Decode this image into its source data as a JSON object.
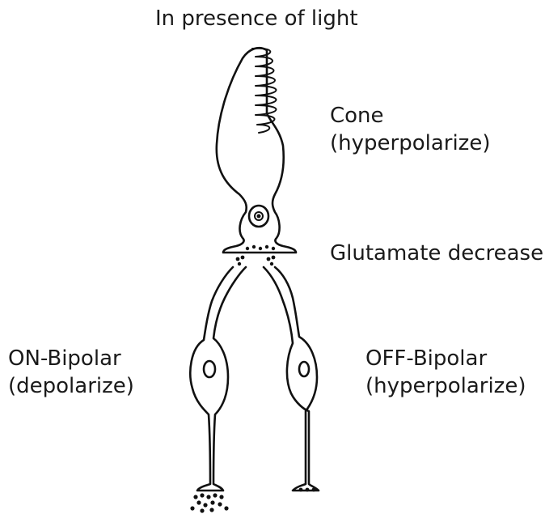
{
  "title": "In presence of light",
  "labels": {
    "cone_line1": "Cone",
    "cone_line2": "(hyperpolarize)",
    "glutamate": "Glutamate decrease",
    "on_line1": "ON-Bipolar",
    "on_line2": "(depolarize)",
    "off_line1": "OFF-Bipolar",
    "off_line2": "(hyperpolarize)"
  }
}
